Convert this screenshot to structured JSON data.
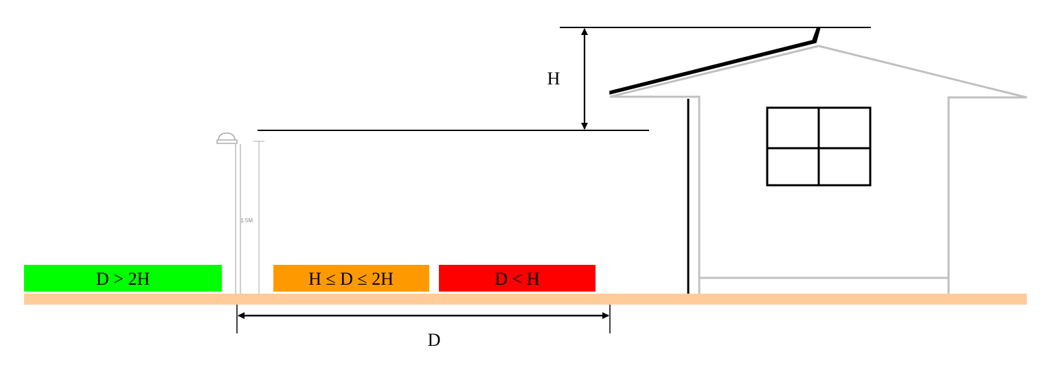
{
  "labels": {
    "height": "H",
    "distance": "D",
    "pole_height": "1.5M"
  },
  "zones": [
    {
      "label": "D > 2H",
      "color": "#00ff00"
    },
    {
      "label": "H ≤ D ≤ 2H",
      "color": "#ff9900"
    },
    {
      "label": "D < H",
      "color": "#ff0000"
    }
  ],
  "colors": {
    "ground": "#ffcc99",
    "house_outline": "#c0c0c0",
    "lines": "#000000"
  }
}
